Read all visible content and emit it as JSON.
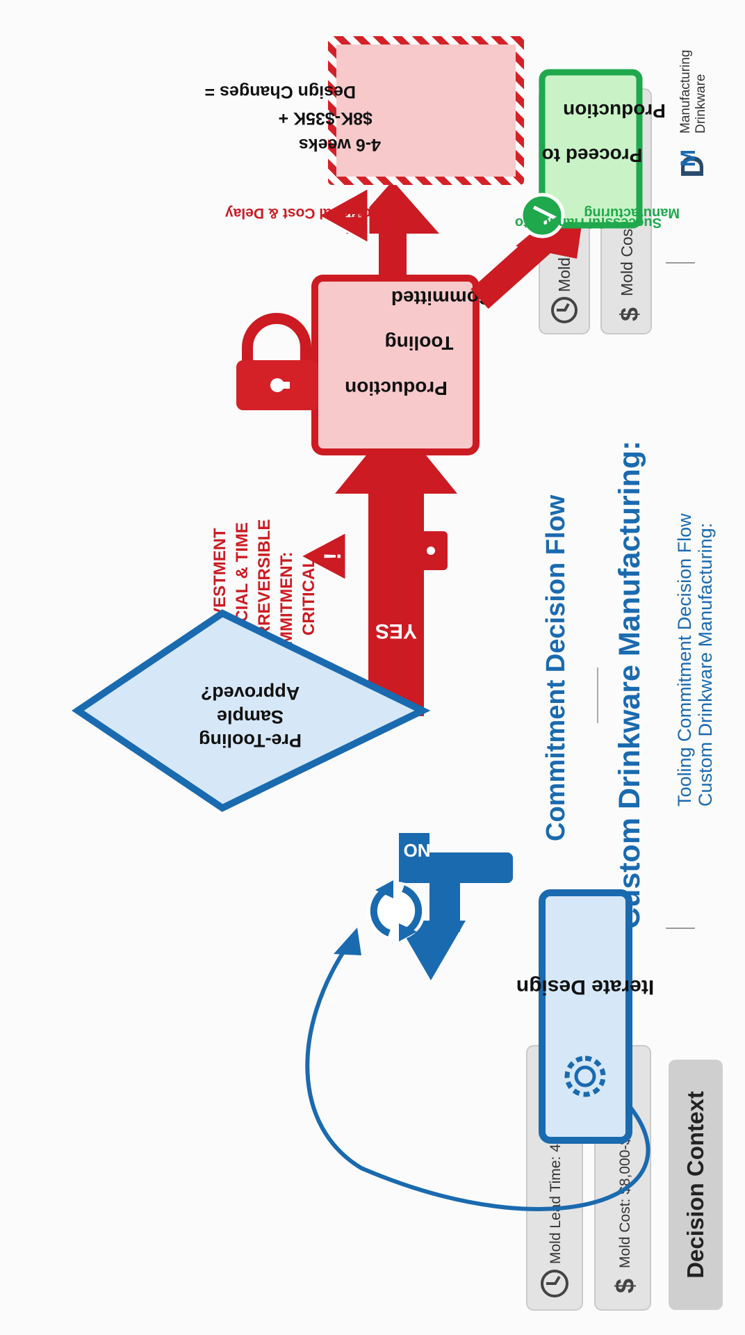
{
  "context_panel": {
    "title": "Decision Context",
    "cost_label": "Mold Cost: $8,000-$35,000",
    "lead_label": "Mold Lead Time: 4-6 weeks"
  },
  "header": {
    "small_title_line1": "Custom Drinkware Manufacturing:",
    "small_title_line2": "Tooling Commitment Decision Flow",
    "big_title_line1": "Custom Drinkware Manufacturing:",
    "big_title_line2": "Commitment Decision Flow"
  },
  "right_panel": {
    "cost_label": "Mold Cost: $8,000-$35,000",
    "lead_label": "Mold Lead Time: 4-6 weeks"
  },
  "logo": {
    "line1": "Drinkware",
    "line2": "Manufacturing"
  },
  "flow": {
    "decision": [
      "Pre-Tooling",
      "Sample",
      "Approved?"
    ],
    "yes_label": "YES",
    "no_label": "NO",
    "iterate": "Iterate Design",
    "critical": [
      "CRITICAL",
      "COMMITMENT:",
      "IRREVERSIBLE",
      "FINANCIAL & TIME",
      "INVESTMENT"
    ],
    "tooling": [
      "Production",
      "Tooling",
      "Committed"
    ],
    "changes": [
      "Design Changes =",
      "$8K-$35K +",
      "4-6 weeks"
    ],
    "changes_note": "Additional Cost & Delay",
    "proceed": [
      "Proceed to",
      "Production"
    ],
    "proceed_note": [
      "Successful Handoff to",
      "Manufacturing"
    ]
  },
  "colors": {
    "blue": "#1a6aaf",
    "red": "#cc1b22",
    "green": "#1fa84c",
    "light_blue": "#d6e8f7",
    "light_red": "#f7c9ca",
    "light_green": "#c9f3c7",
    "panel_gray": "#e3e3e3"
  }
}
